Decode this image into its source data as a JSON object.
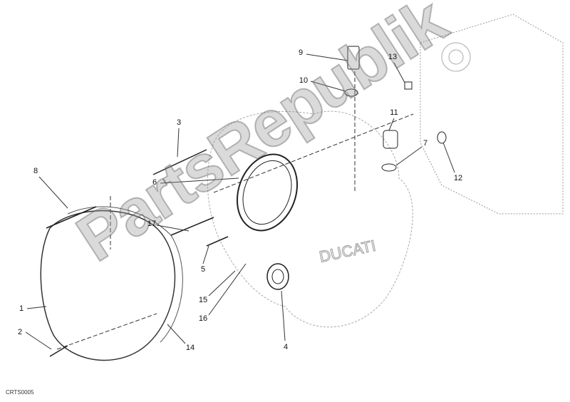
{
  "diagram_code": "CRTS0005",
  "watermark": "PartsRepublik",
  "engine_case_text": "DUCATI",
  "callouts": [
    {
      "id": "9"
    },
    {
      "id": "10"
    },
    {
      "id": "13"
    },
    {
      "id": "11"
    },
    {
      "id": "7"
    },
    {
      "id": "12"
    },
    {
      "id": "3"
    },
    {
      "id": "8"
    },
    {
      "id": "6"
    },
    {
      "id": "17"
    },
    {
      "id": "5"
    },
    {
      "id": "1"
    },
    {
      "id": "15"
    },
    {
      "id": "16"
    },
    {
      "id": "2"
    },
    {
      "id": "14"
    },
    {
      "id": "4"
    }
  ]
}
